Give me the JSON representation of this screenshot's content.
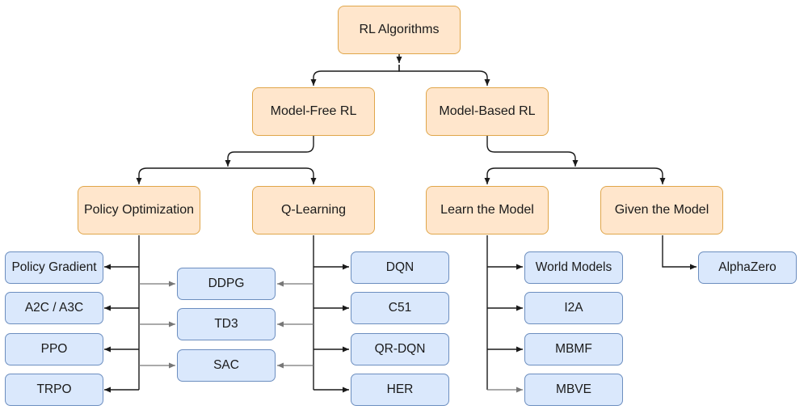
{
  "diagram": {
    "root": {
      "label": "RL Algorithms"
    },
    "level1": [
      {
        "label": "Model-Free RL"
      },
      {
        "label": "Model-Based RL"
      }
    ],
    "level2": [
      {
        "label": "Policy Optimization"
      },
      {
        "label": "Q-Learning"
      },
      {
        "label": "Learn the Model"
      },
      {
        "label": "Given the Model"
      }
    ],
    "policy_optimization": [
      {
        "label": "Policy Gradient"
      },
      {
        "label": "A2C / A3C"
      },
      {
        "label": "PPO"
      },
      {
        "label": "TRPO"
      }
    ],
    "hybrid": [
      {
        "label": "DDPG"
      },
      {
        "label": "TD3"
      },
      {
        "label": "SAC"
      }
    ],
    "q_learning": [
      {
        "label": "DQN"
      },
      {
        "label": "C51"
      },
      {
        "label": "QR-DQN"
      },
      {
        "label": "HER"
      }
    ],
    "learn_the_model": [
      {
        "label": "World Models"
      },
      {
        "label": "I2A"
      },
      {
        "label": "MBMF"
      },
      {
        "label": "MBVE"
      }
    ],
    "given_the_model": [
      {
        "label": "AlphaZero"
      }
    ]
  },
  "colors": {
    "category_fill": "#ffe6cc",
    "category_border": "#e0a64a",
    "algorithm_fill": "#dae8fc",
    "algorithm_border": "#6c8ebf",
    "edge": "#1a1a1a",
    "edge_light": "#888888"
  }
}
